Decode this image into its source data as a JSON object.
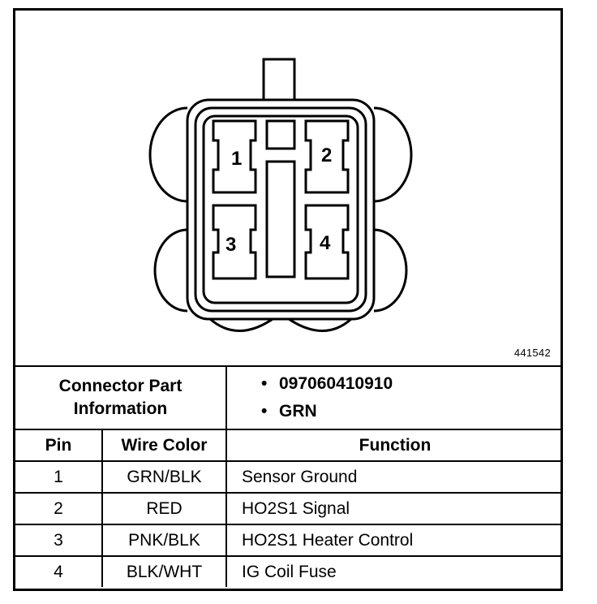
{
  "figure_id": "441542",
  "connector_pins": [
    {
      "label": "1"
    },
    {
      "label": "2"
    },
    {
      "label": "3"
    },
    {
      "label": "4"
    }
  ],
  "connector_info": {
    "label_line1": "Connector Part",
    "label_line2": "Information",
    "items": [
      "097060410910",
      "GRN"
    ],
    "bullet": "•"
  },
  "table": {
    "headers": [
      "Pin",
      "Wire Color",
      "Function"
    ],
    "rows": [
      [
        "1",
        "GRN/BLK",
        "Sensor Ground"
      ],
      [
        "2",
        "RED",
        "HO2S1 Signal"
      ],
      [
        "3",
        "PNK/BLK",
        "HO2S1 Heater Control"
      ],
      [
        "4",
        "BLK/WHT",
        "IG Coil Fuse"
      ]
    ]
  }
}
